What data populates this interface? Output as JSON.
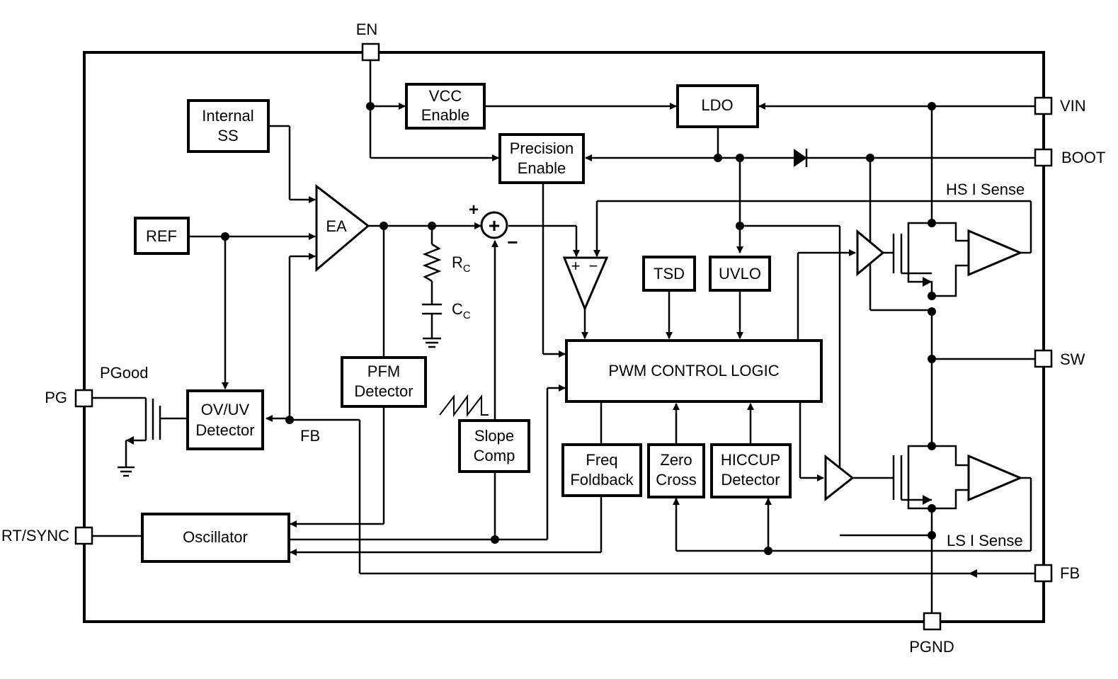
{
  "pins": {
    "en": "EN",
    "vin": "VIN",
    "boot": "BOOT",
    "sw": "SW",
    "fb_right": "FB",
    "pgnd": "PGND",
    "pg": "PG",
    "rt_sync": "RT/SYNC"
  },
  "blocks": {
    "vcc_enable": [
      "VCC",
      "Enable"
    ],
    "ldo": "LDO",
    "internal_ss": [
      "Internal",
      "SS"
    ],
    "precision_enable": [
      "Precision",
      "Enable"
    ],
    "ref": "REF",
    "ea": "EA",
    "tsd": "TSD",
    "uvlo": "UVLO",
    "pwm_logic": "PWM CONTROL LOGIC",
    "pfm_detector": [
      "PFM",
      "Detector"
    ],
    "ov_uv_detector": [
      "OV/UV",
      "Detector"
    ],
    "slope_comp": [
      "Slope",
      "Comp"
    ],
    "freq_foldback": [
      "Freq",
      "Foldback"
    ],
    "zero_cross": [
      "Zero",
      "Cross"
    ],
    "hiccup_detector": [
      "HICCUP",
      "Detector"
    ],
    "oscillator": "Oscillator"
  },
  "labels": {
    "hs_sense": "HS I Sense",
    "ls_sense": "LS I Sense",
    "pgood": "PGood",
    "fb_internal": "FB",
    "rc_main": "R",
    "rc_sub": "C",
    "cc_main": "C",
    "cc_sub": "C",
    "sum_plus": "+",
    "sum_minus": "−",
    "sum_symbol": "+",
    "comp_plus": "+",
    "comp_minus": "−"
  }
}
